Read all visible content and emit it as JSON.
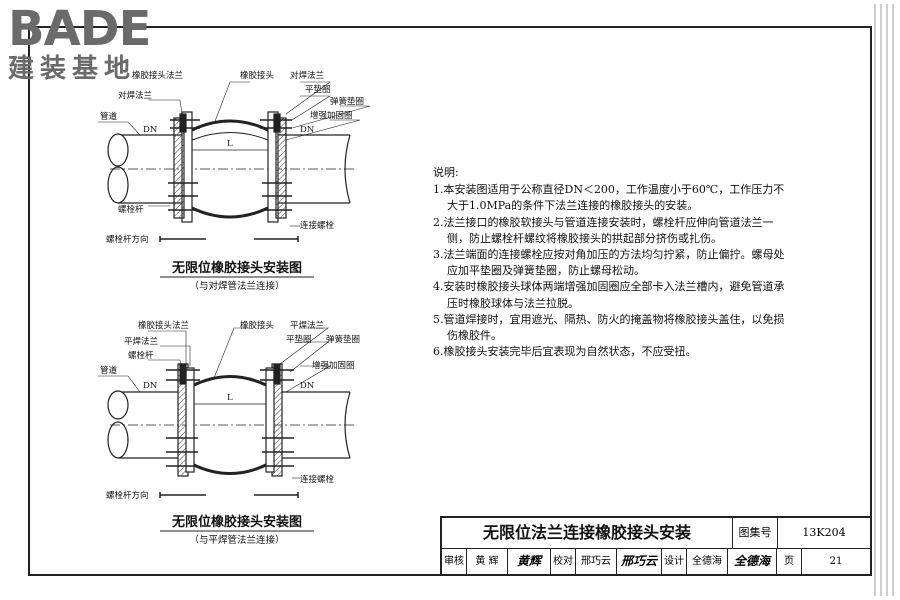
{
  "logo": {
    "main": "BADE",
    "sub": "建装基地"
  },
  "figures": [
    {
      "caption": "无限位橡胶接头安装图",
      "subcaption": "（与对焊管法兰连接）",
      "labels": {
        "left_flange": "对焊法兰",
        "left_flange_partial": "橡胶接头法兰",
        "rubber_joint": "橡胶接头",
        "right_flange": "对焊法兰",
        "flat_washer": "平垫圈",
        "spring_washer": "弹簧垫圈",
        "reinforcement_ring": "增强加固圈",
        "pipe": "管道",
        "dn_left": "DN",
        "dn_right": "DN",
        "length": "L",
        "bolt_rod": "螺栓杆",
        "connecting_bolt": "连接螺栓",
        "bolt_direction": "螺栓杆方向"
      }
    },
    {
      "caption": "无限位橡胶接头安装图",
      "subcaption": "（与平焊管法兰连接）",
      "labels": {
        "rubber_flange": "橡胶接头法兰",
        "flat_weld_flange": "平焊法兰",
        "bolt_rod": "螺栓杆",
        "rubber_joint": "橡胶接头",
        "right_flange": "平焊法兰",
        "flat_washer": "平垫圈",
        "spring_washer": "弹簧垫圈",
        "reinforcement_ring": "增强加固圈",
        "pipe": "管道",
        "dn_left": "DN",
        "dn_right": "DN",
        "length": "L",
        "connecting_bolt": "连接螺栓",
        "bolt_direction": "螺栓杆方向"
      }
    }
  ],
  "notes": {
    "title": "说明:",
    "items": [
      "1.本安装图适用于公称直径DN＜200，工作温度小于60℃，工作压力不大于1.0MPa的条件下法兰连接的橡胶接头的安装。",
      "2.法兰接口的橡胶软接头与管道连接安装时，螺栓杆应伸向管道法兰一侧，防止螺栓杆螺纹将橡胶接头的拱起部分挤伤或扎伤。",
      "3.法兰端面的连接螺栓应按对角加压的方法均匀拧紧，防止偏拧。螺母处应加平垫圈及弹簧垫圈，防止螺母松动。",
      "4.安装时橡胶接头球体两端增强加固圈应全部卡入法兰槽内，避免管道承压时橡胶球体与法兰拉脱。",
      "5.管道焊接时，宜用遮光、隔热、防火的掩盖物将橡胶接头盖住，以免损伤橡胶件。",
      "6.橡胶接头安装完毕后宜表现为自然状态，不应受扭。"
    ]
  },
  "title_block": {
    "title": "无限位法兰连接橡胶接头安装",
    "atlas_label": "图集号",
    "atlas_no": "13K204",
    "review_label": "审核",
    "reviewer": "黄 辉",
    "reviewer_sig": "黄辉",
    "check_label": "校对",
    "checker": "邢巧云",
    "checker_sig": "邢巧云",
    "design_label": "设计",
    "designer": "全德海",
    "designer_sig": "全德海",
    "page_label": "页",
    "page_no": "21"
  },
  "colors": {
    "line": "#222222",
    "logo": "#6a6a6a",
    "hatch": "#444444"
  }
}
